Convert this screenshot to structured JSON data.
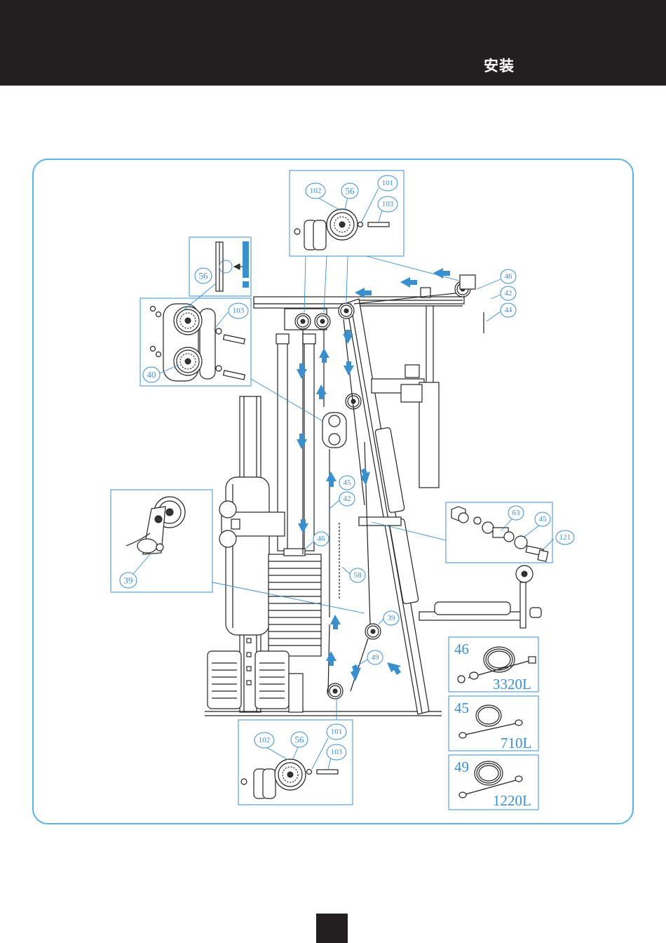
{
  "header": {
    "title": "安装"
  },
  "callouts": {
    "c102_top": "102",
    "c56_top": "56",
    "c101_top": "101",
    "c103_top": "103",
    "c56_left": "56",
    "c103_left": "103",
    "c40_left": "40",
    "c46_arm": "46",
    "c42_arm": "42",
    "c44_arm": "44",
    "c45_mid": "45",
    "c42_mid": "42",
    "c46_mid": "46",
    "c58_mid": "58",
    "c39_mid": "39",
    "c49_mid": "49",
    "c39_left": "39",
    "c63_right": "63",
    "c45_right": "45",
    "c121_right": "121",
    "c102_bot": "102",
    "c56_bot": "56",
    "c101_bot": "101",
    "c103_bot": "103"
  },
  "cables": [
    {
      "part": "46",
      "length": "3320L"
    },
    {
      "part": "45",
      "length": "710L"
    },
    {
      "part": "49",
      "length": "1220L"
    }
  ],
  "colors": {
    "accent": "#3a8fcf",
    "header": "#231f20"
  }
}
